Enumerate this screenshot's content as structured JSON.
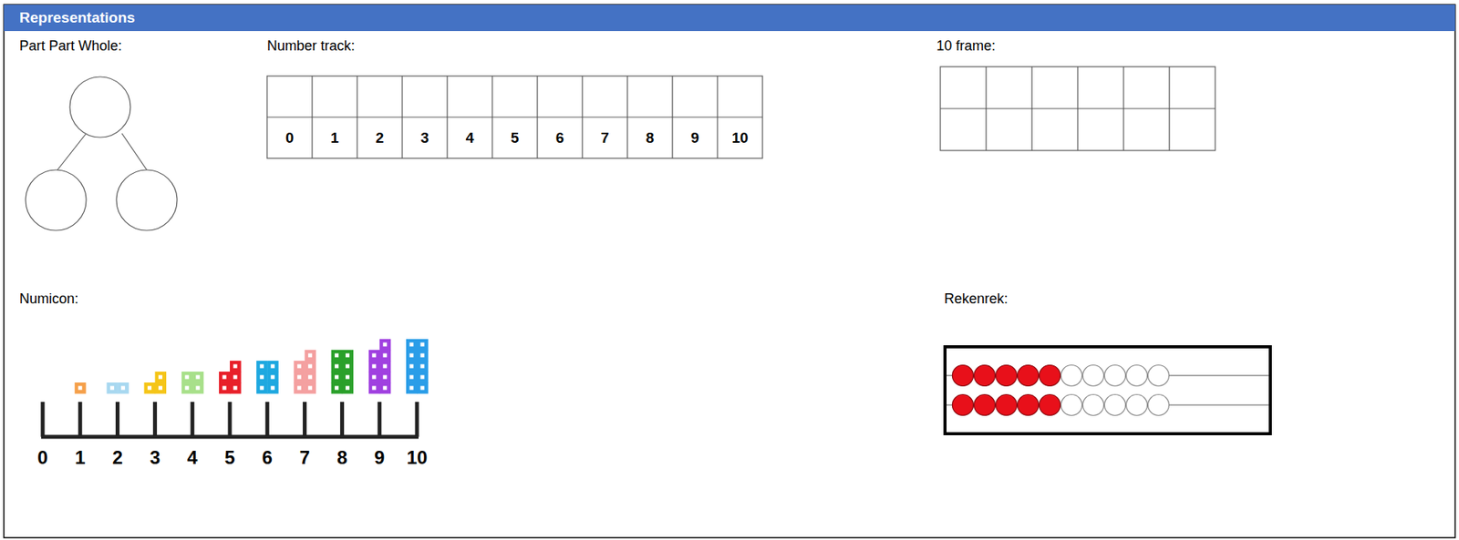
{
  "diagram": {
    "title": "Representations",
    "labels": [
      "Part Part Whole:",
      "Number track:",
      "10 frame:",
      "Numicon:",
      "Rekenrek:",
      "0",
      "1",
      "2",
      "3",
      "4",
      "5",
      "6",
      "7",
      "8",
      "9",
      "10",
      "0",
      "1",
      "2",
      "3",
      "4",
      "5",
      "6",
      "7",
      "8",
      "9",
      "10"
    ]
  }
}
